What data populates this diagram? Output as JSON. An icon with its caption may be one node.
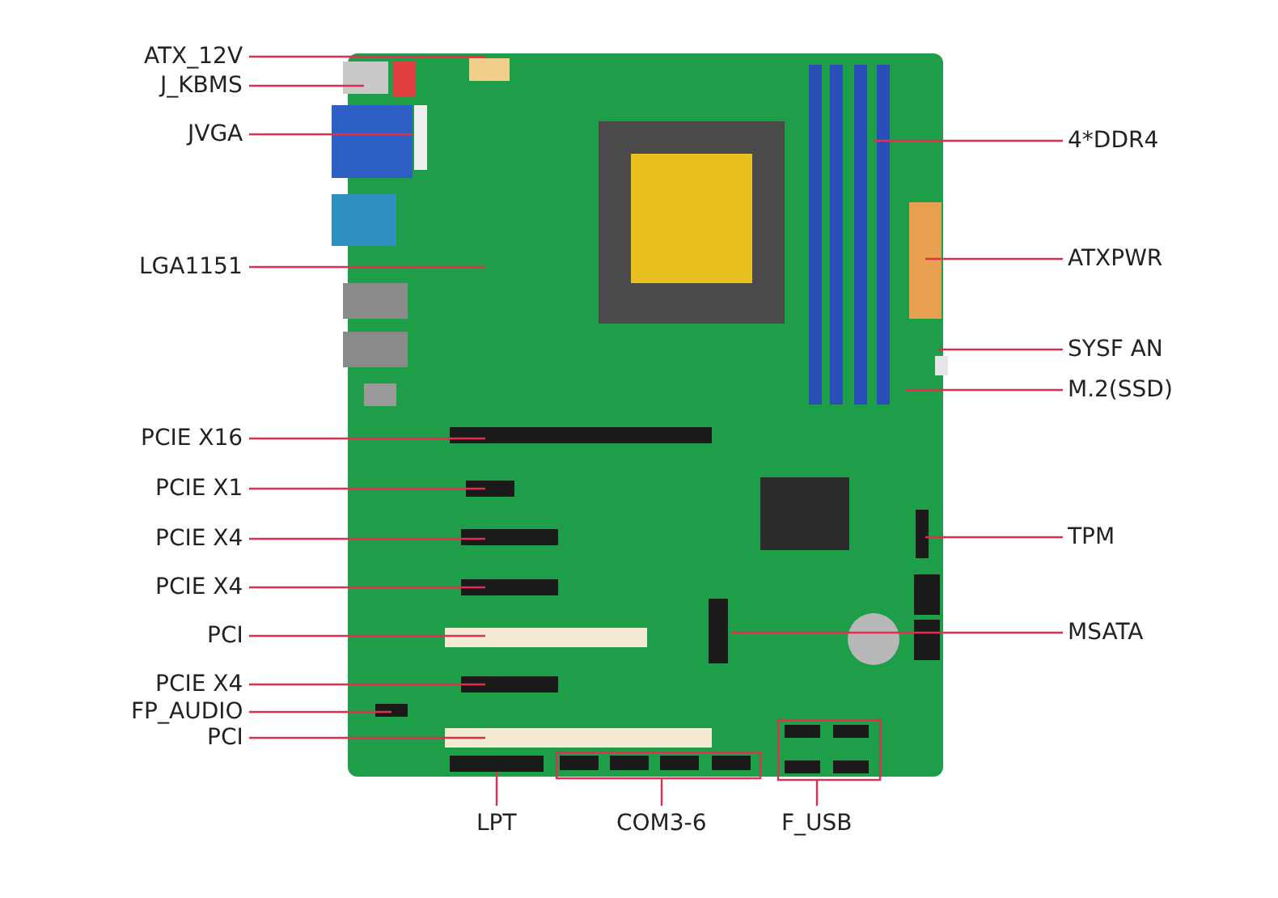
{
  "diagram": {
    "nodes": [
      {
        "text": [
          "ATX_12V"
        ]
      },
      {
        "text": [
          "J_KBMS"
        ]
      },
      {
        "text": [
          "JVGA"
        ]
      },
      {
        "text": [
          "LGA1151"
        ]
      },
      {
        "text": [
          "PCIE X16"
        ]
      },
      {
        "text": [
          "PCIE X1"
        ]
      },
      {
        "text": [
          "PCIE X4"
        ]
      },
      {
        "text": [
          "PCIE X4"
        ]
      },
      {
        "text": [
          "PCI"
        ]
      },
      {
        "text": [
          "PCIE X4"
        ]
      },
      {
        "text": [
          "FP_AUDIO"
        ]
      },
      {
        "text": [
          "PCI"
        ]
      },
      {
        "text": [
          "4*DDR4"
        ]
      },
      {
        "text": [
          "ATXPWR"
        ]
      },
      {
        "text": [
          "SYSF AN"
        ]
      },
      {
        "text": [
          "M.2(SSD)"
        ]
      },
      {
        "text": [
          "TPM"
        ]
      },
      {
        "text": [
          "MSATA"
        ]
      },
      {
        "text": [
          "LPT"
        ]
      },
      {
        "text": [
          "COM3-6"
        ]
      },
      {
        "text": [
          "F_USB"
        ]
      },
      {
        "text": [],
        "shape": "box"
      },
      {
        "text": [],
        "shape": "box"
      }
    ],
    "edges": [
      {
        "from": 0,
        "to": null,
        "arrow": "none"
      },
      {
        "from": 1,
        "to": null,
        "arrow": "none"
      },
      {
        "from": 2,
        "to": null,
        "arrow": "none"
      },
      {
        "from": 3,
        "to": null,
        "arrow": "none"
      },
      {
        "from": 4,
        "to": null,
        "arrow": "none"
      },
      {
        "from": 5,
        "to": null,
        "arrow": "none"
      },
      {
        "from": 6,
        "to": null,
        "arrow": "none"
      },
      {
        "from": 7,
        "to": null,
        "arrow": "none"
      },
      {
        "from": 8,
        "to": null,
        "arrow": "none"
      },
      {
        "from": 9,
        "to": null,
        "arrow": "none"
      },
      {
        "from": 10,
        "to": null,
        "arrow": "none"
      },
      {
        "from": 11,
        "to": null,
        "arrow": "none"
      },
      {
        "from": 12,
        "to": null,
        "arrow": "none"
      },
      {
        "from": 13,
        "to": null,
        "arrow": "none"
      },
      {
        "from": 14,
        "to": null,
        "arrow": "none"
      },
      {
        "from": 15,
        "to": null,
        "arrow": "none"
      },
      {
        "from": 16,
        "to": null,
        "arrow": "none"
      },
      {
        "from": 17,
        "to": null,
        "arrow": "none"
      },
      {
        "from": 18,
        "to": null,
        "arrow": "none"
      },
      {
        "from": 19,
        "to": 21,
        "arrow": "none"
      },
      {
        "from": 20,
        "to": 22,
        "arrow": "none"
      }
    ]
  }
}
